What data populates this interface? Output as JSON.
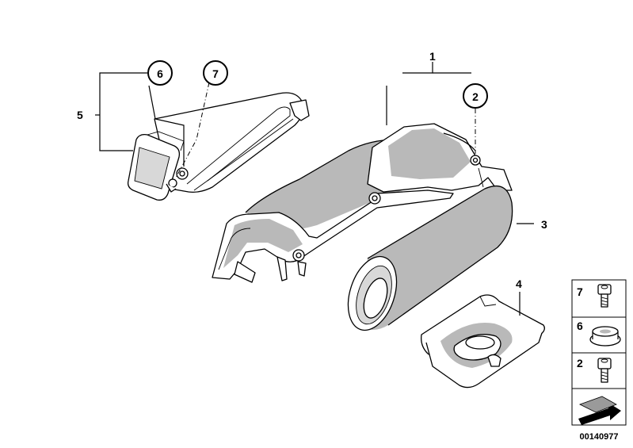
{
  "callouts": {
    "c1": "1",
    "c2": "2",
    "c3": "3",
    "c4": "4",
    "c5": "5",
    "c6": "6",
    "c7": "7"
  },
  "legend": {
    "row1_number": "7",
    "row2_number": "6",
    "row3_number": "2"
  },
  "diagram_id": "00140977",
  "colors": {
    "line": "#000000",
    "shade": "#b9b9b9",
    "background": "#ffffff"
  }
}
